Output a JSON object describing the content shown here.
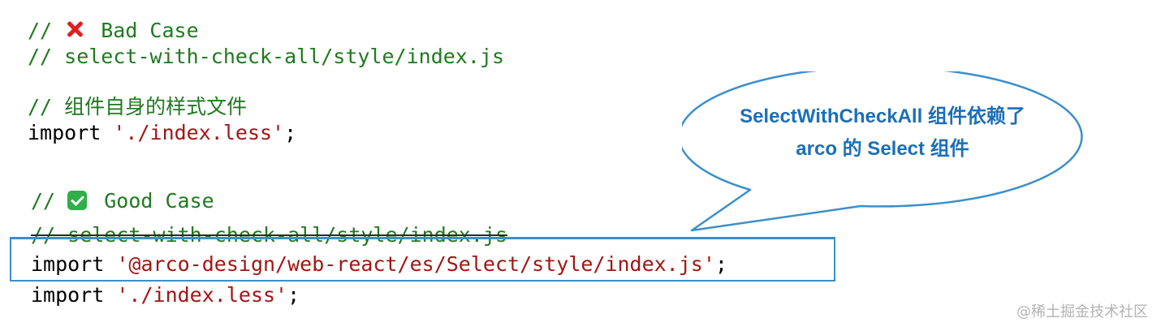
{
  "code": {
    "bad_case": {
      "comment_prefix": "// ",
      "icon": "cross-mark-icon",
      "label": "Bad Case",
      "path_comment": "// select-with-check-all/style/index.js",
      "own_style_comment": "// 组件自身的样式文件",
      "import_keyword": "import",
      "import_path": "'./index.less'",
      "semicolon": ";"
    },
    "good_case": {
      "comment_prefix": "// ",
      "icon": "check-mark-icon",
      "label": "Good Case",
      "path_comment": "// select-with-check-all/style/index.js",
      "import1_keyword": "import",
      "import1_path": "'@arco-design/web-react/es/Select/style/index.js'",
      "import2_keyword": "import",
      "import2_path": "'./index.less'",
      "semicolon": ";"
    }
  },
  "callout": {
    "line1": "SelectWithCheckAll 组件依赖了",
    "line2": "arco 的 Select 组件"
  },
  "watermark": "@稀土掘金技术社区",
  "colors": {
    "comment": "#1f7a1f",
    "string": "#a31515",
    "callout_text": "#1b6fb8",
    "callout_border": "#3c8fc9",
    "cross": "#e02020",
    "check_bg": "#2fae4a"
  }
}
